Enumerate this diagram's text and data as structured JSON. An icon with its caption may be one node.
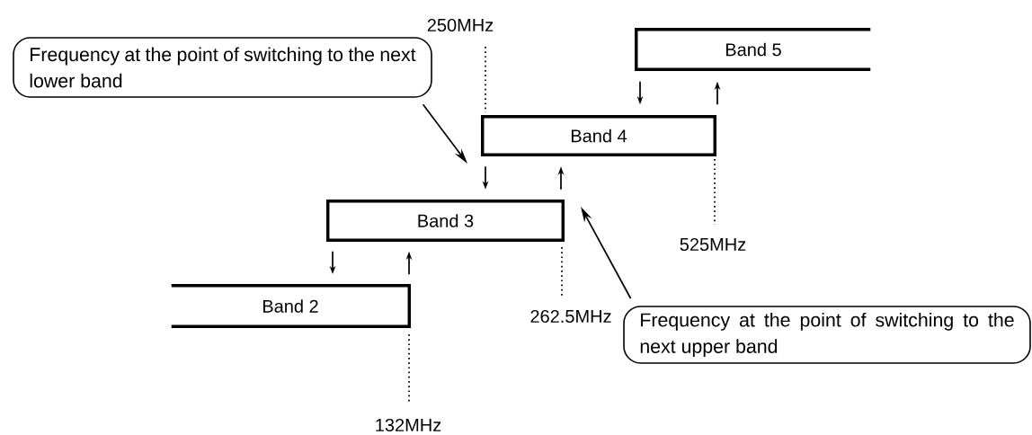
{
  "diagram": {
    "nodes": [
      {
        "text": [
          "Frequency at the point of switching to the next lower band"
        ]
      },
      {
        "text": [
          "Band 5"
        ]
      },
      {
        "text": [
          "Band 4"
        ]
      },
      {
        "text": [
          "Band 3"
        ]
      },
      {
        "text": [
          "Band 2"
        ]
      },
      {
        "text": [
          "Frequency at the point of switching to the next upper band"
        ]
      }
    ],
    "edges": [
      {
        "from": 1,
        "to": 2,
        "arrow": "to"
      },
      {
        "from": 2,
        "to": 1,
        "arrow": "to"
      },
      {
        "from": 2,
        "to": 3,
        "arrow": "to"
      },
      {
        "from": 3,
        "to": 2,
        "arrow": "to"
      },
      {
        "from": 3,
        "to": 4,
        "arrow": "to"
      },
      {
        "from": 4,
        "to": 3,
        "arrow": "to"
      },
      {
        "from": 0,
        "to": null,
        "arrow": "to"
      },
      {
        "from": 5,
        "to": null,
        "arrow": "to"
      }
    ],
    "labels": [
      "250MHz",
      "525MHz",
      "262.5MHz",
      "132MHz"
    ]
  }
}
